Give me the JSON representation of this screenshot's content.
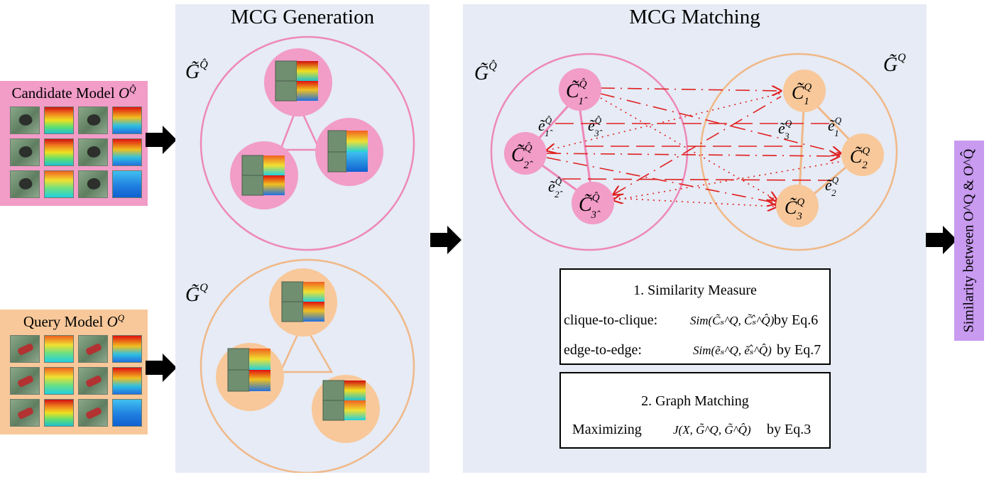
{
  "panels": {
    "generation_title": "MCG Generation",
    "matching_title": "MCG Matching"
  },
  "candidate_model": {
    "label": "Candidate Model",
    "symbol": "O",
    "symbol_sup": "Q̂",
    "color": "#f29cc8"
  },
  "query_model": {
    "label": "Query Model",
    "symbol": "O",
    "symbol_sup": "Q",
    "color": "#f8c89a"
  },
  "graph_labels": {
    "g_candidate": "G̃",
    "g_candidate_sup": "Q̂",
    "g_query": "G̃",
    "g_query_sup": "Q"
  },
  "candidate_nodes": [
    {
      "base": "C̃",
      "sub": "1̂",
      "sup": "Q̂"
    },
    {
      "base": "C̃",
      "sub": "2̂",
      "sup": "Q̂"
    },
    {
      "base": "C̃",
      "sub": "3̂",
      "sup": "Q̂"
    }
  ],
  "query_nodes": [
    {
      "base": "C̃",
      "sub": "1",
      "sup": "Q"
    },
    {
      "base": "C̃",
      "sub": "2",
      "sup": "Q"
    },
    {
      "base": "C̃",
      "sub": "3",
      "sup": "Q"
    }
  ],
  "candidate_edges": [
    {
      "base": "ẽ",
      "sub": "1̂",
      "sup": "Q̂"
    },
    {
      "base": "ẽ",
      "sub": "2̂",
      "sup": "Q̂"
    },
    {
      "base": "ẽ",
      "sub": "3̂",
      "sup": "Q̂"
    }
  ],
  "query_edges": [
    {
      "base": "ẽ",
      "sub": "1",
      "sup": "Q"
    },
    {
      "base": "ẽ",
      "sub": "2",
      "sup": "Q"
    },
    {
      "base": "ẽ",
      "sub": "3",
      "sup": "Q"
    }
  ],
  "similarity_measure": {
    "title": "1. Similarity Measure",
    "clique_label": "clique-to-clique:",
    "clique_eq": "Sim(C̃ₛ^Q, C̃ₛ̂^Q̂)",
    "clique_ref": "by Eq.6",
    "edge_label": "edge-to-edge:",
    "edge_eq": "Sim(ẽₛ^Q, ẽₛ̂^Q̂)",
    "edge_ref": "by Eq.7"
  },
  "graph_matching": {
    "title": "2. Graph Matching",
    "label": "Maximizing",
    "eq": "J(X, G̃^Q, G̃^Q̂)",
    "ref": "by Eq.3"
  },
  "output": {
    "text": "Similarity between O^Q & O^Q̂",
    "color": "#c89af0"
  },
  "colors": {
    "pink": "#f29cc8",
    "pink_stroke": "#ee88b8",
    "orange": "#f8c89a",
    "orange_stroke": "#f0b888",
    "panel": "#e6ebf5",
    "match_line": "#e02020"
  }
}
